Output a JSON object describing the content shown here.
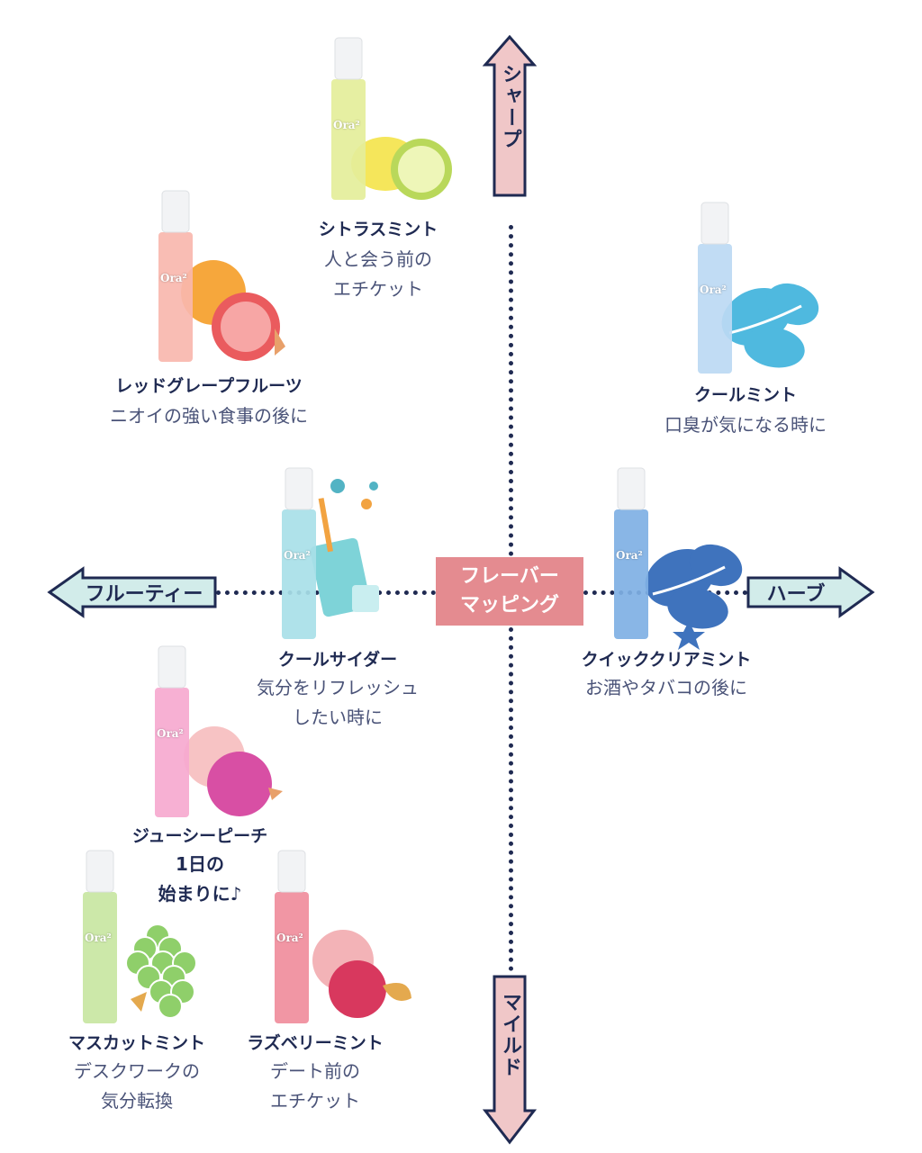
{
  "center_label": [
    "フレーバー",
    "マッピング"
  ],
  "axes": {
    "top": "シャープ",
    "bottom": "マイルド",
    "left": "フルーティー",
    "right": "ハーブ"
  },
  "colors": {
    "navy": "#1f2a52",
    "pink_fill": "#f0c7c8",
    "mint_fill": "#d2ecea",
    "center_fill": "#e48b90"
  },
  "products": [
    {
      "id": "citrus",
      "name": "シトラスミント",
      "desc": "人と会う前の\nエチケット",
      "bottle_color": "#e4ee9a",
      "fruit": "lemon-illustration",
      "fruit_colors": [
        "#f5e65b",
        "#b9d85a"
      ]
    },
    {
      "id": "red-grapefruit",
      "name": "レッドグレープフルーツ",
      "desc": "ニオイの強い食事の後に",
      "bottle_color": "#f8b7ae",
      "fruit": "grapefruit-illustration",
      "fruit_colors": [
        "#f6a73c",
        "#ea5b5e"
      ]
    },
    {
      "id": "cool-mint",
      "name": "クールミント",
      "desc": "口臭が気になる時に",
      "bottle_color": "#bcd9f3",
      "fruit": "mint-leaf-illustration",
      "fruit_colors": [
        "#4fb9df",
        "#4fb9df"
      ]
    },
    {
      "id": "cool-cider",
      "name": "クールサイダー",
      "desc": "気分をリフレッシュ\nしたい時に",
      "bottle_color": "#a8dfe8",
      "fruit": "soda-glass-illustration",
      "fruit_colors": [
        "#7ed3d8",
        "#52b3c4"
      ]
    },
    {
      "id": "quick-clear",
      "name": "クイッククリアミント",
      "desc": "お酒やタバコの後に",
      "bottle_color": "#7fb0e4",
      "fruit": "herb-leaf-illustration",
      "fruit_colors": [
        "#3f73bd",
        "#3f73bd"
      ]
    },
    {
      "id": "juicy-peach",
      "name": "ジューシーピーチ",
      "desc": "1日の\n始まりに♪",
      "bottle_color": "#f6a9cf",
      "fruit": "peach-illustration",
      "fruit_colors": [
        "#f7c3c4",
        "#d84fa4"
      ]
    },
    {
      "id": "muscat",
      "name": "マスカットミント",
      "desc": "デスクワークの\n気分転換",
      "bottle_color": "#c8e6a2",
      "fruit": "grape-illustration",
      "fruit_colors": [
        "#8fcf6a",
        "#e4a94e"
      ]
    },
    {
      "id": "raspberry",
      "name": "ラズベリーミント",
      "desc": "デート前の\nエチケット",
      "bottle_color": "#f08d9c",
      "fruit": "raspberry-illustration",
      "fruit_colors": [
        "#f3b3b7",
        "#d8385e"
      ]
    }
  ],
  "brand": "Ora²"
}
